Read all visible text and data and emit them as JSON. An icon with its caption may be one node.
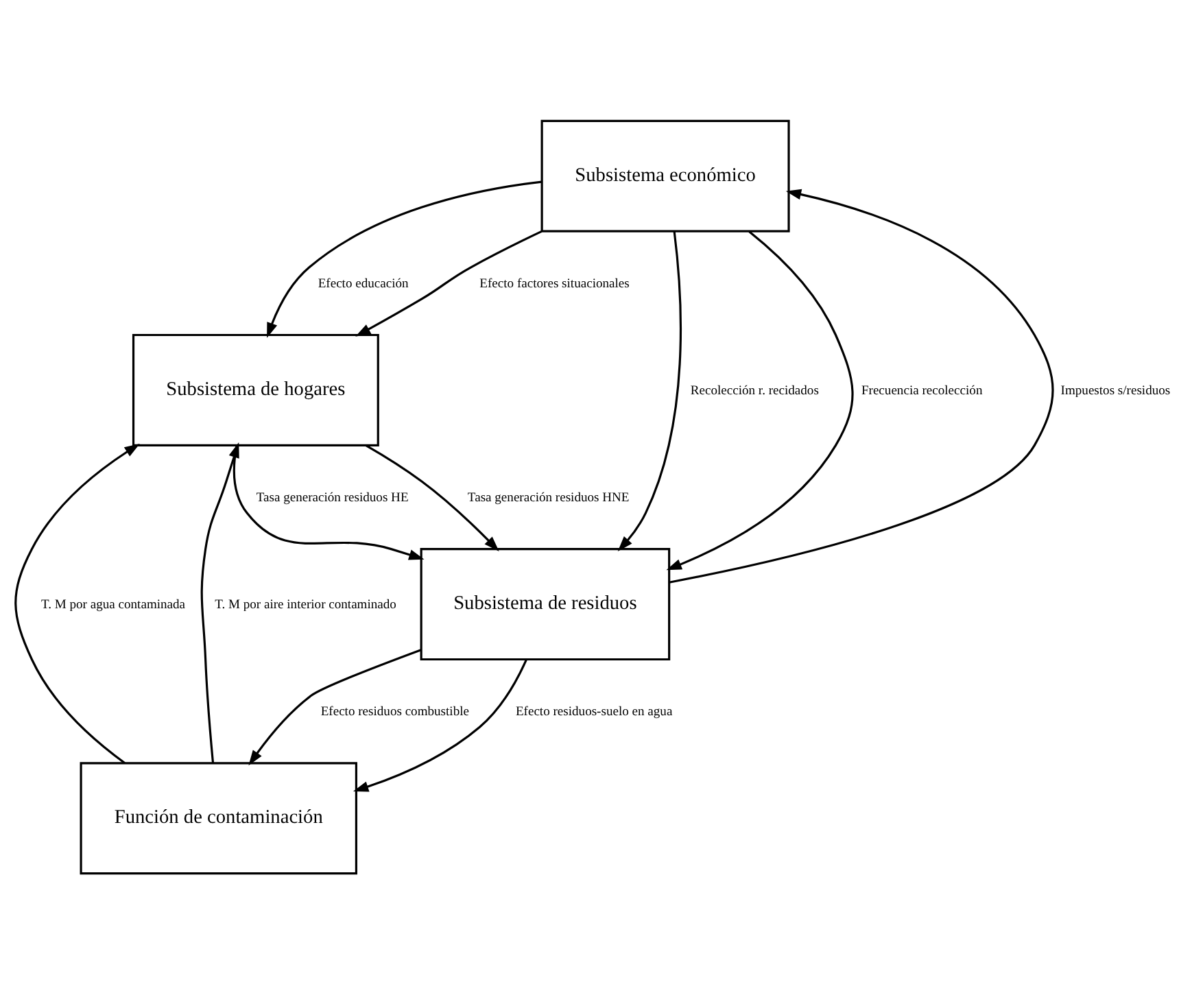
{
  "diagram": {
    "nodes": [
      {
        "text": [
          "Subsistema económico"
        ]
      },
      {
        "text": [
          "Subsistema de hogares"
        ]
      },
      {
        "text": [
          "Subsistema de residuos"
        ]
      },
      {
        "text": [
          "Función de contaminación"
        ]
      }
    ],
    "edges": [
      {
        "from": 0,
        "to": 1,
        "arrow": "to",
        "label": "Efecto educación"
      },
      {
        "from": 0,
        "to": 1,
        "arrow": "to",
        "label": "Efecto factores situacionales"
      },
      {
        "from": 1,
        "to": 2,
        "arrow": "to",
        "label": "Tasa generación residuos HE"
      },
      {
        "from": 1,
        "to": 2,
        "arrow": "to",
        "label": "Tasa generación residuos HNE"
      },
      {
        "from": 2,
        "to": 0,
        "arrow": "to",
        "label": "Impuestos s/residuos"
      },
      {
        "from": 0,
        "to": 2,
        "arrow": "to",
        "label": "Recolección r. recidados"
      },
      {
        "from": 0,
        "to": 2,
        "arrow": "to",
        "label": "Frecuencia recolección"
      },
      {
        "from": 2,
        "to": 3,
        "arrow": "to",
        "label": "Efecto residuos combustible"
      },
      {
        "from": 2,
        "to": 3,
        "arrow": "to",
        "label": "Efecto residuos-suelo en agua"
      },
      {
        "from": 3,
        "to": 1,
        "arrow": "to",
        "label": "T. M por aire interior contaminado"
      },
      {
        "from": 3,
        "to": 1,
        "arrow": "to",
        "label": "T. M por agua contaminada"
      }
    ]
  }
}
